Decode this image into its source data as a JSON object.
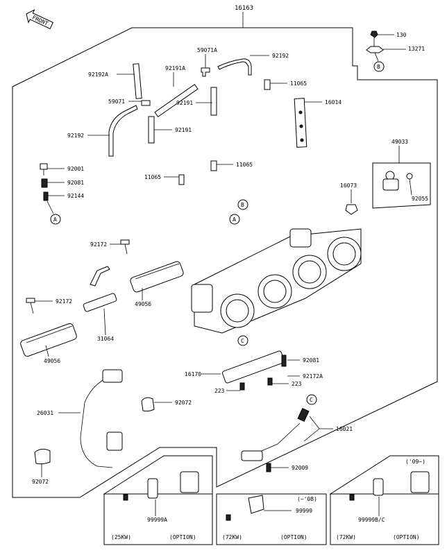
{
  "front_label": "FRONT",
  "main_part": "16163",
  "parts": {
    "p130": "130",
    "p13271": "13271",
    "p59071A": "59071A",
    "p92192_top": "92192",
    "p92192A": "92192A",
    "p92191A": "92191A",
    "p11065_a": "11065",
    "p59071": "59071",
    "p92191_a": "92191",
    "p16014": "16014",
    "p92192_left": "92192",
    "p92191_b": "92191",
    "p49033": "49033",
    "p92001": "92001",
    "p92081_a": "92081",
    "p11065_b": "11065",
    "p11065_c": "11065",
    "p92144": "92144",
    "p16073": "16073",
    "p92055": "92055",
    "p92172_a": "92172",
    "p92172_b": "92172",
    "p49056_a": "49056",
    "p31064": "31064",
    "p49056_b": "49056",
    "p92081_b": "92081",
    "p16170": "16170",
    "p92172A": "92172A",
    "p223_a": "223",
    "p223_b": "223",
    "p26031": "26031",
    "p92072_a": "92072",
    "p16021": "16021",
    "p92072_b": "92072",
    "p92009": "92009",
    "p99999A": "99999A",
    "p99999": "99999",
    "p99999BC": "99999B/C"
  },
  "refs": {
    "A": "A",
    "B": "B",
    "C": "C"
  },
  "option_boxes": [
    {
      "power": "(25KW)",
      "option": "(OPTION)"
    },
    {
      "power": "(72KW)",
      "option": "(OPTION)",
      "note": "(~'08)"
    },
    {
      "power": "(72KW)",
      "option": "(OPTION)",
      "note": "('09~)"
    }
  ]
}
